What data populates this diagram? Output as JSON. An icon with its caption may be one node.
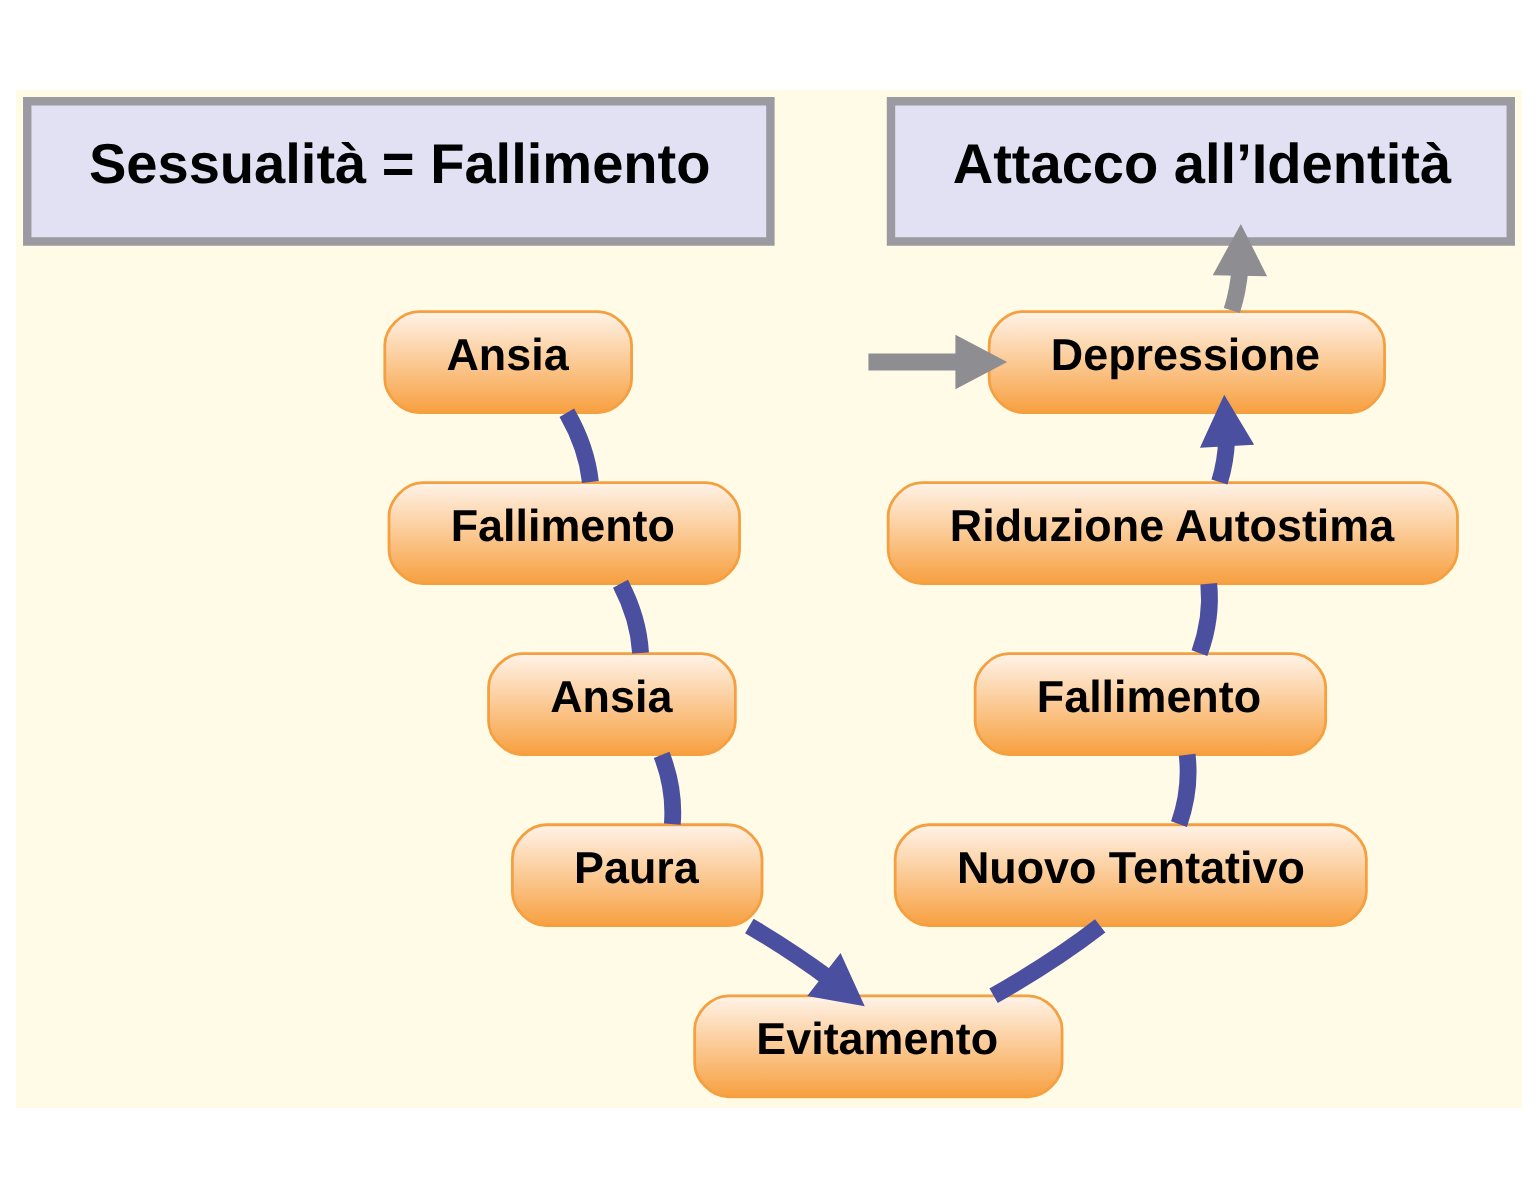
{
  "diagram": {
    "nodes": [
      {
        "text": [
          "Sessualità = Fallimento"
        ]
      },
      {
        "text": [
          "Ansia"
        ]
      },
      {
        "text": [
          "Fallimento"
        ]
      },
      {
        "text": [
          "Ansia"
        ]
      },
      {
        "text": [
          "Paura"
        ]
      },
      {
        "text": [
          "Evitamento"
        ]
      },
      {
        "text": [
          "Nuovo Tentativo"
        ]
      },
      {
        "text": [
          "Fallimento"
        ]
      },
      {
        "text": [
          "Riduzione Autostima"
        ]
      },
      {
        "text": [
          "Depressione"
        ]
      },
      {
        "text": [
          "Attacco all’Identità"
        ]
      }
    ],
    "edges": [
      {
        "from": 1,
        "to": 2,
        "arrow": "none"
      },
      {
        "from": 2,
        "to": 3,
        "arrow": "none"
      },
      {
        "from": 3,
        "to": 4,
        "arrow": "none"
      },
      {
        "from": 4,
        "to": 5,
        "arrow": "to"
      },
      {
        "from": 5,
        "to": 6,
        "arrow": "none"
      },
      {
        "from": 6,
        "to": 7,
        "arrow": "none"
      },
      {
        "from": 7,
        "to": 8,
        "arrow": "none"
      },
      {
        "from": 8,
        "to": 9,
        "arrow": "to"
      },
      {
        "from": null,
        "to": 9,
        "arrow": "to",
        "color": "#8e8e92"
      },
      {
        "from": 9,
        "to": 10,
        "arrow": "to",
        "color": "#8e8e92"
      }
    ]
  }
}
